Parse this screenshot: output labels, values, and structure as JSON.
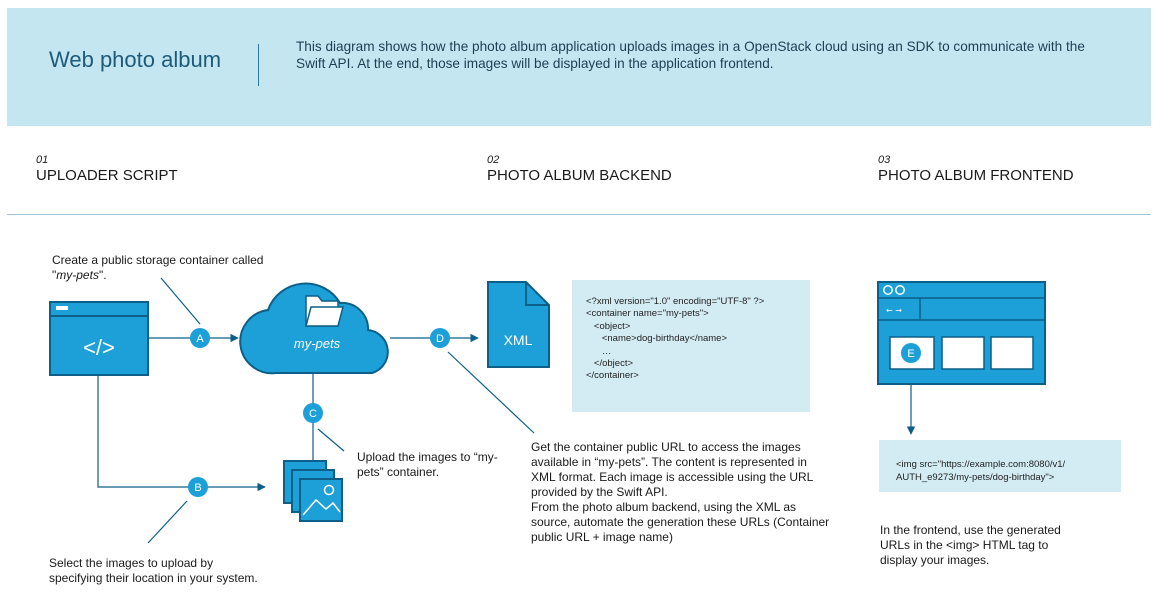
{
  "header": {
    "title": "Web photo album",
    "description": "This diagram shows how the photo album application uploads images in a OpenStack cloud using an SDK to communicate with the Swift API. At the end, those images will be displayed in the application frontend."
  },
  "columns": [
    {
      "num": "01",
      "title": "UPLOADER SCRIPT"
    },
    {
      "num": "02",
      "title": "PHOTO ALBUM BACKEND"
    },
    {
      "num": "03",
      "title": "PHOTO ALBUM FRONTEND"
    }
  ],
  "notes": {
    "a_pre": "Create a public storage container called \"",
    "a_em": "my-pets",
    "a_post": "\".",
    "b": "Select the images to upload by specifying their location in your system.",
    "c": "Upload the images to “my-pets” container.",
    "d": "Get the container public URL to access the images available in “my-pets”. The content is represented in XML format. Each image is accessible using the URL provided by the Swift API.\nFrom the photo album backend, using the XML as source, automate the generation these URLs (Container public URL + image name)",
    "e": "In the frontend, use the generated URLs in the <img> HTML tag to display your images."
  },
  "labels": {
    "code_icon": "</>",
    "cloud": "my-pets",
    "xml": "XML",
    "step_a": "A",
    "step_b": "B",
    "step_c": "C",
    "step_d": "D",
    "step_e": "E",
    "browser_nav": "← →"
  },
  "xml_code": "<?xml version=\"1.0\" encoding=\"UTF-8\" ?>\n<container name=\"my-pets\">\n   <object>\n      <name>dog-birthday</name>\n      …\n   </object>\n</container>",
  "img_code": "<img src=\"https://example.com:8080/v1/\nAUTH_e9273/my-pets/dog-birthday\">",
  "colors": {
    "accent": "#1d9fd8",
    "header_bg": "#c3e6f1",
    "code_bg": "#d3ecf3",
    "line": "#0d5f87"
  }
}
